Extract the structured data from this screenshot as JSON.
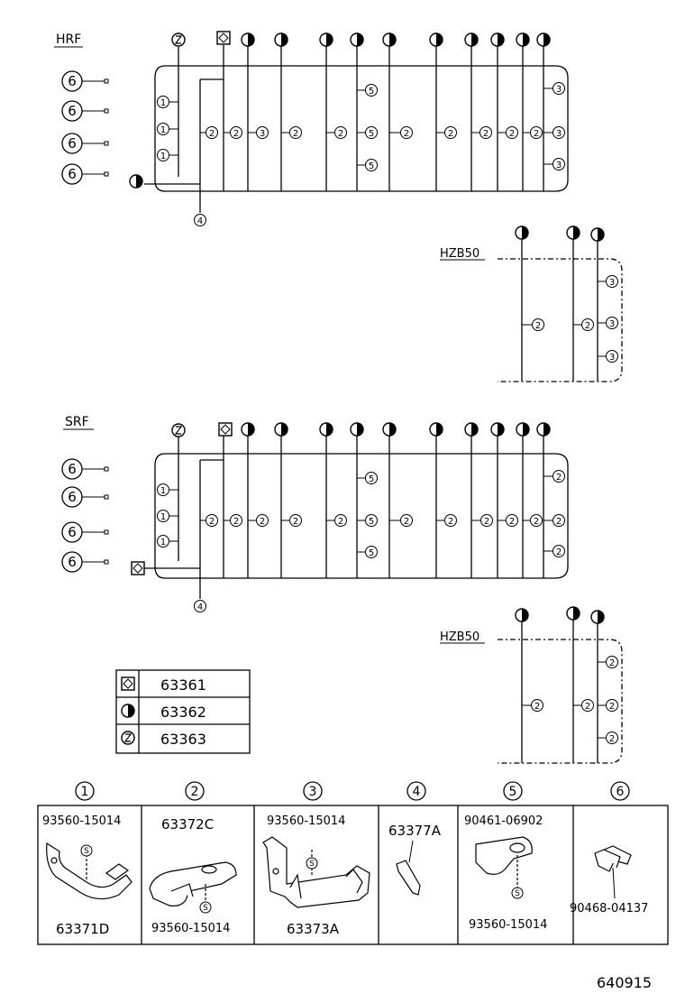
{
  "sections": [
    {
      "label": "HRF"
    },
    {
      "label": "SRF"
    }
  ],
  "sub_label": "HZB50",
  "legend": [
    {
      "symbol": "square-clip-icon",
      "part": "63361"
    },
    {
      "symbol": "half-circle-clip-icon",
      "part": "63362"
    },
    {
      "symbol": "swirl-clip-icon",
      "part": "63363"
    }
  ],
  "callouts": [
    "1",
    "2",
    "3",
    "4",
    "5",
    "6",
    "S"
  ],
  "parts": [
    {
      "num": "1",
      "labels": [
        "93560-15014",
        "63371D"
      ]
    },
    {
      "num": "2",
      "labels": [
        "63372C",
        "93560-15014"
      ]
    },
    {
      "num": "3",
      "labels": [
        "93560-15014",
        "63373A"
      ]
    },
    {
      "num": "4",
      "labels": [
        "63377A"
      ]
    },
    {
      "num": "5",
      "labels": [
        "90461-06902",
        "93560-15014"
      ]
    },
    {
      "num": "6",
      "labels": [
        "90468-04137"
      ]
    }
  ],
  "drawing_number": "640915"
}
